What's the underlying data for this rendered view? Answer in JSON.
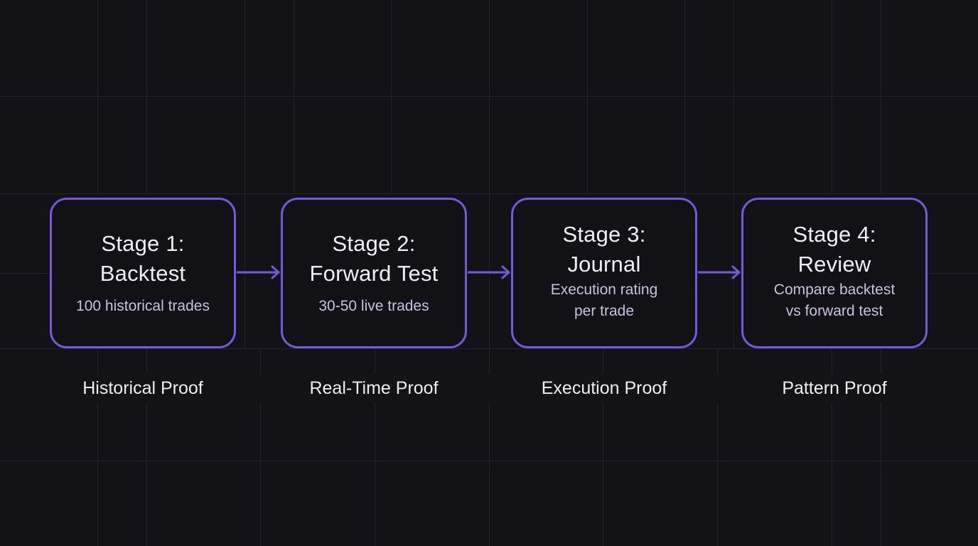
{
  "diagram": {
    "type": "flowchart",
    "direction": "left-to-right",
    "colors": {
      "background": "#131217",
      "grid_line": "#24222c",
      "accent": "#7459d9",
      "title_text": "#f0eef5",
      "description_text": "#c9c1de",
      "label_text": "#eeeef2"
    },
    "stages": [
      {
        "title_line1": "Stage 1:",
        "title_line2": "Backtest",
        "description_line1": "100 historical trades",
        "description_line2": "",
        "proof_label": "Historical Proof"
      },
      {
        "title_line1": "Stage 2:",
        "title_line2": "Forward Test",
        "description_line1": "30-50 live trades",
        "description_line2": "",
        "proof_label": "Real-Time Proof"
      },
      {
        "title_line1": "Stage 3:",
        "title_line2": "Journal",
        "description_line1": "Execution rating",
        "description_line2": "per trade",
        "proof_label": "Execution Proof"
      },
      {
        "title_line1": "Stage 4:",
        "title_line2": "Review",
        "description_line1": "Compare backtest",
        "description_line2": "vs forward test",
        "proof_label": "Pattern Proof"
      }
    ],
    "connectors": [
      {
        "from": "Stage 1",
        "to": "Stage 2",
        "icon": "arrow-right-icon"
      },
      {
        "from": "Stage 2",
        "to": "Stage 3",
        "icon": "arrow-right-icon"
      },
      {
        "from": "Stage 3",
        "to": "Stage 4",
        "icon": "arrow-right-icon"
      }
    ]
  }
}
